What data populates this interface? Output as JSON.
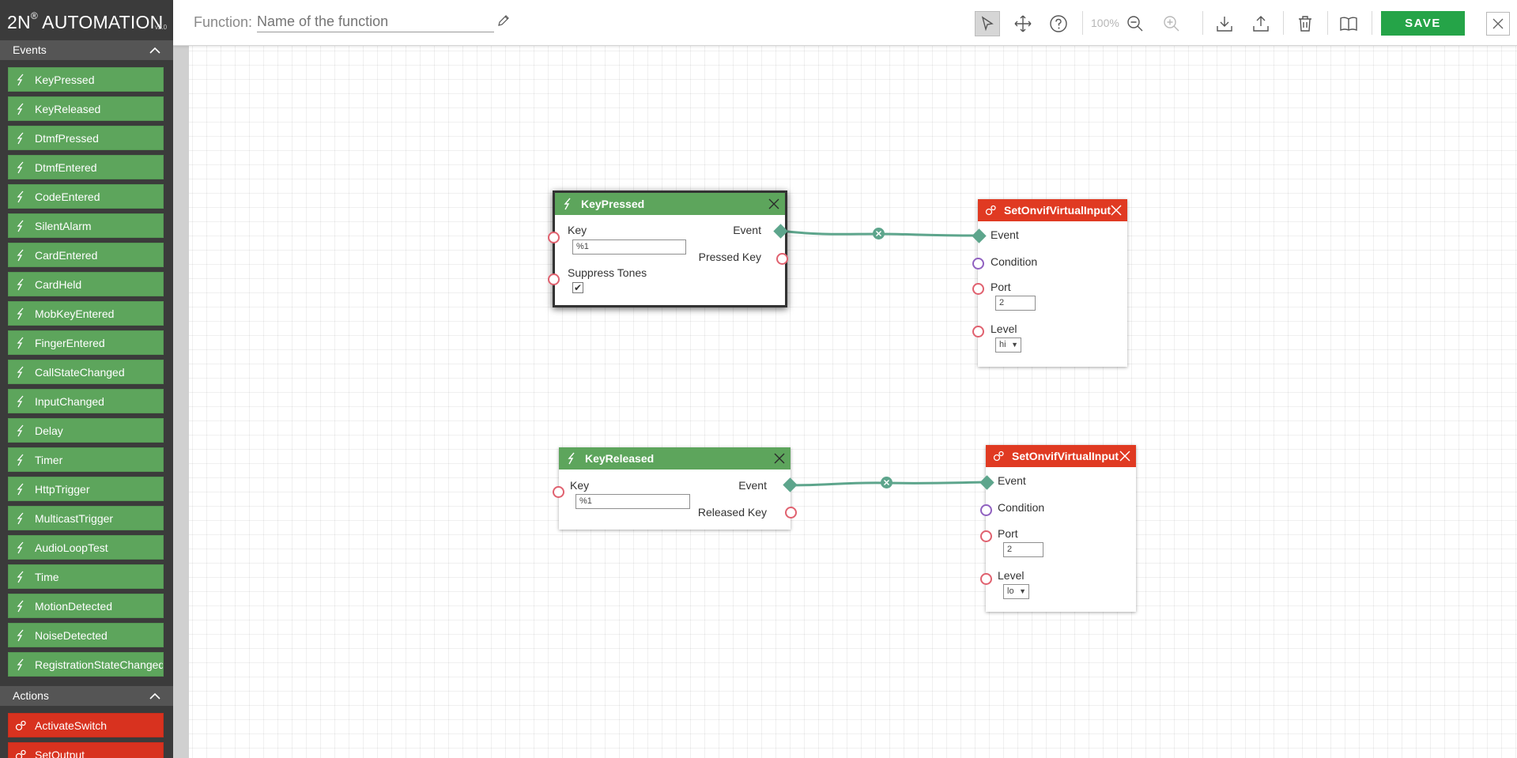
{
  "brand": {
    "name": "2N",
    "mark": "®",
    "product": " AUTOMATION",
    "version": "v2.0"
  },
  "events_section": {
    "title": "Events",
    "items": [
      "KeyPressed",
      "KeyReleased",
      "DtmfPressed",
      "DtmfEntered",
      "CodeEntered",
      "SilentAlarm",
      "CardEntered",
      "CardHeld",
      "MobKeyEntered",
      "FingerEntered",
      "CallStateChanged",
      "InputChanged",
      "Delay",
      "Timer",
      "HttpTrigger",
      "MulticastTrigger",
      "AudioLoopTest",
      "Time",
      "MotionDetected",
      "NoiseDetected",
      "RegistrationStateChanged"
    ]
  },
  "actions_section": {
    "title": "Actions",
    "items": [
      "ActivateSwitch",
      "SetOutput"
    ]
  },
  "toolbar": {
    "function_label": "Function:",
    "function_placeholder": "Name of the function",
    "zoom": "100%",
    "save_label": "SAVE",
    "icons": [
      "pointer-icon",
      "move-icon",
      "help-icon",
      "zoom-out-icon",
      "zoom-in-icon",
      "download-icon",
      "upload-icon",
      "trash-icon",
      "book-icon",
      "close-icon"
    ]
  },
  "nodes": {
    "keypressed": {
      "title": "KeyPressed",
      "key_label": "Key",
      "key_value": "%1",
      "event_label": "Event",
      "pressed_key_label": "Pressed Key",
      "suppress_label": "Suppress Tones",
      "suppress_checked": "✔"
    },
    "set1": {
      "title": "SetOnvifVirtualInput",
      "event_label": "Event",
      "condition_label": "Condition",
      "port_label": "Port",
      "port_value": "2",
      "level_label": "Level",
      "level_value": "hi"
    },
    "keyreleased": {
      "title": "KeyReleased",
      "key_label": "Key",
      "key_value": "%1",
      "event_label": "Event",
      "released_key_label": "Released Key"
    },
    "set2": {
      "title": "SetOnvifVirtualInput",
      "event_label": "Event",
      "condition_label": "Condition",
      "port_label": "Port",
      "port_value": "2",
      "level_label": "Level",
      "level_value": "lo"
    }
  },
  "colors": {
    "event_green": "#5da55c",
    "action_red": "#e03a22",
    "save_green": "#25a448",
    "wire": "#5da58c"
  }
}
